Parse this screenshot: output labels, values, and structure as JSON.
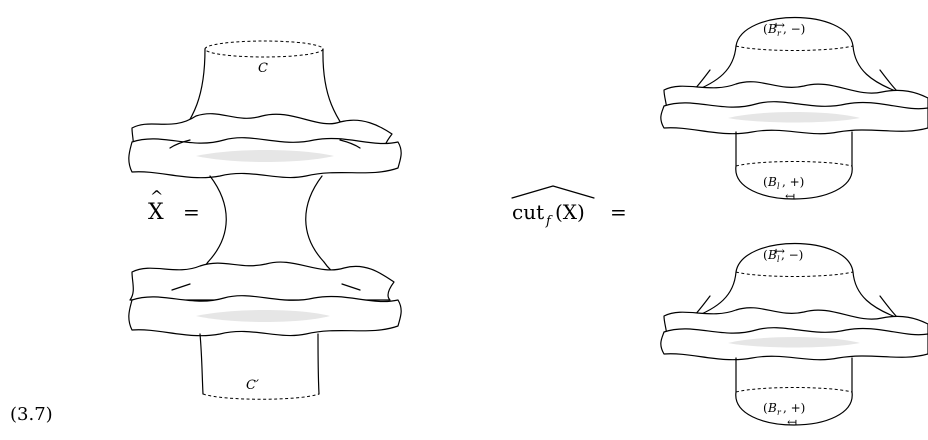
{
  "equation_number": "(3.7)",
  "lhs": {
    "hat": "^",
    "base": "X",
    "equals": "="
  },
  "rhs": {
    "base": "cut",
    "subscript": "f",
    "arg": "(X)",
    "equals": "="
  },
  "left_diagram": {
    "top_label": "C",
    "bottom_label": "C′"
  },
  "right_upper": {
    "top_label": {
      "open": "(",
      "letter": "B",
      "sub": "r",
      "sign": ", −)",
      "arrow": "↦"
    },
    "bottom_label": {
      "open": "(",
      "letter": "B",
      "sub": "l",
      "sign": ", +)",
      "arrow": "↤"
    }
  },
  "right_lower": {
    "top_label": {
      "open": "(",
      "letter": "B",
      "sub": "l",
      "sign": ", −)",
      "arrow": "↦"
    },
    "bottom_label": {
      "open": "(",
      "letter": "B",
      "sub": "r",
      "sign": ", +)",
      "arrow": "↤"
    }
  }
}
